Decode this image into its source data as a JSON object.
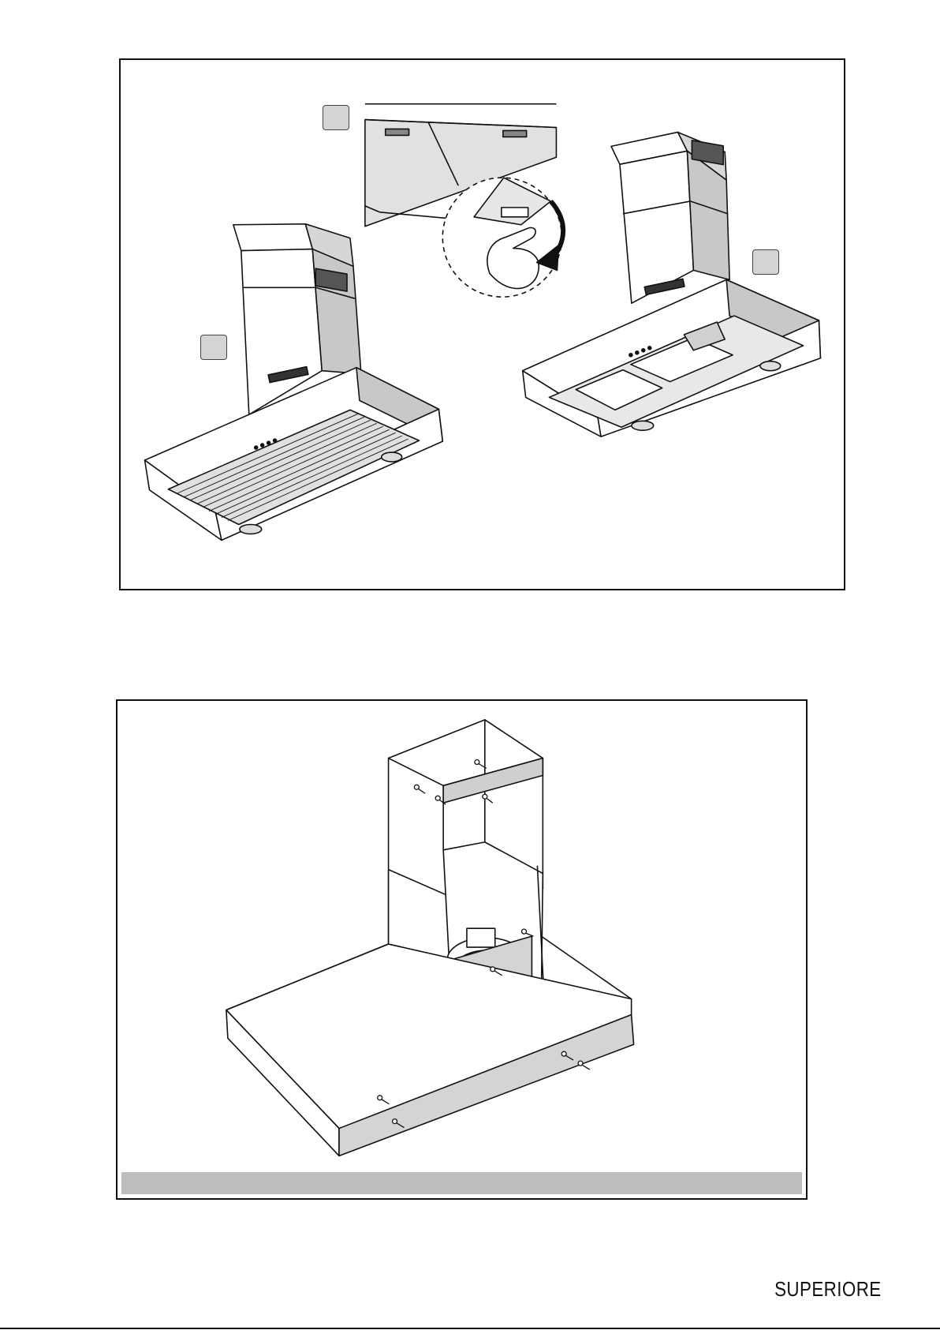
{
  "document": {
    "brand": "SUPERIORE",
    "figures": [
      {
        "id": "filter-removal",
        "steps": [
          {
            "marker": "step-1",
            "position": "left-hood"
          },
          {
            "marker": "step-2",
            "position": "filter-detail"
          },
          {
            "marker": "step-3",
            "position": "right-hood"
          }
        ],
        "icons": [
          "range-hood-with-filters",
          "filter-release-hand",
          "range-hood-filters-removed"
        ]
      },
      {
        "id": "chimney-mounting",
        "caption": "",
        "icons": [
          "range-hood-chimney-open",
          "blower-motor",
          "mounting-screws"
        ]
      }
    ]
  }
}
